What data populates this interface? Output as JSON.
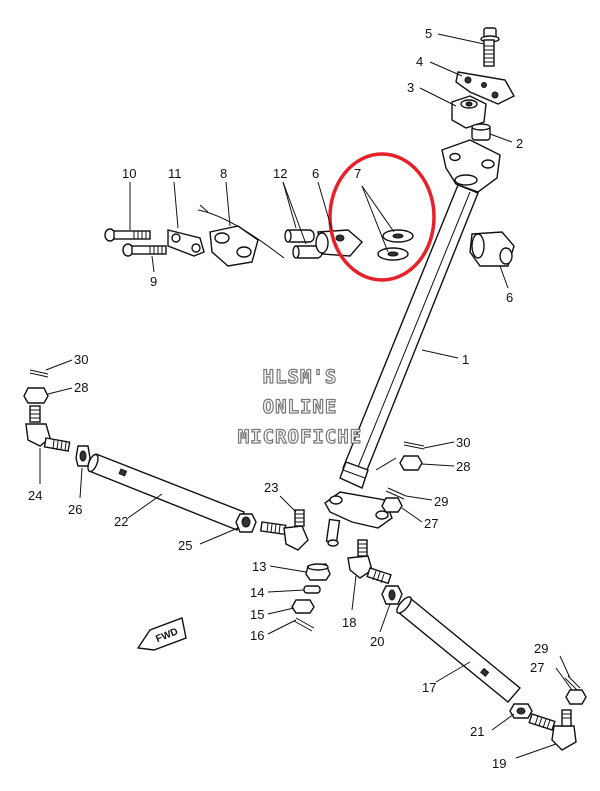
{
  "watermark": {
    "line1": "HLSM'S",
    "line2": "ONLINE",
    "line3": "MICROFICHE"
  },
  "fwd_label": "FWD",
  "highlight_color": "#e8202a",
  "callouts": {
    "c5": "5",
    "c4": "4",
    "c3": "3",
    "c2": "2",
    "c7": "7",
    "c10": "10",
    "c11": "11",
    "c8": "8",
    "c12": "12",
    "c6a": "6",
    "c9": "9",
    "c6b": "6",
    "c1": "1",
    "c30a": "30",
    "c28a": "28",
    "c24": "24",
    "c26": "26",
    "c22": "22",
    "c23": "23",
    "c25": "25",
    "c30b": "30",
    "c28b": "28",
    "c29a": "29",
    "c27a": "27",
    "c13": "13",
    "c14": "14",
    "c15": "15",
    "c16": "16",
    "c18": "18",
    "c20": "20",
    "c17": "17",
    "c29b": "29",
    "c27b": "27",
    "c21": "21",
    "c19": "19"
  }
}
